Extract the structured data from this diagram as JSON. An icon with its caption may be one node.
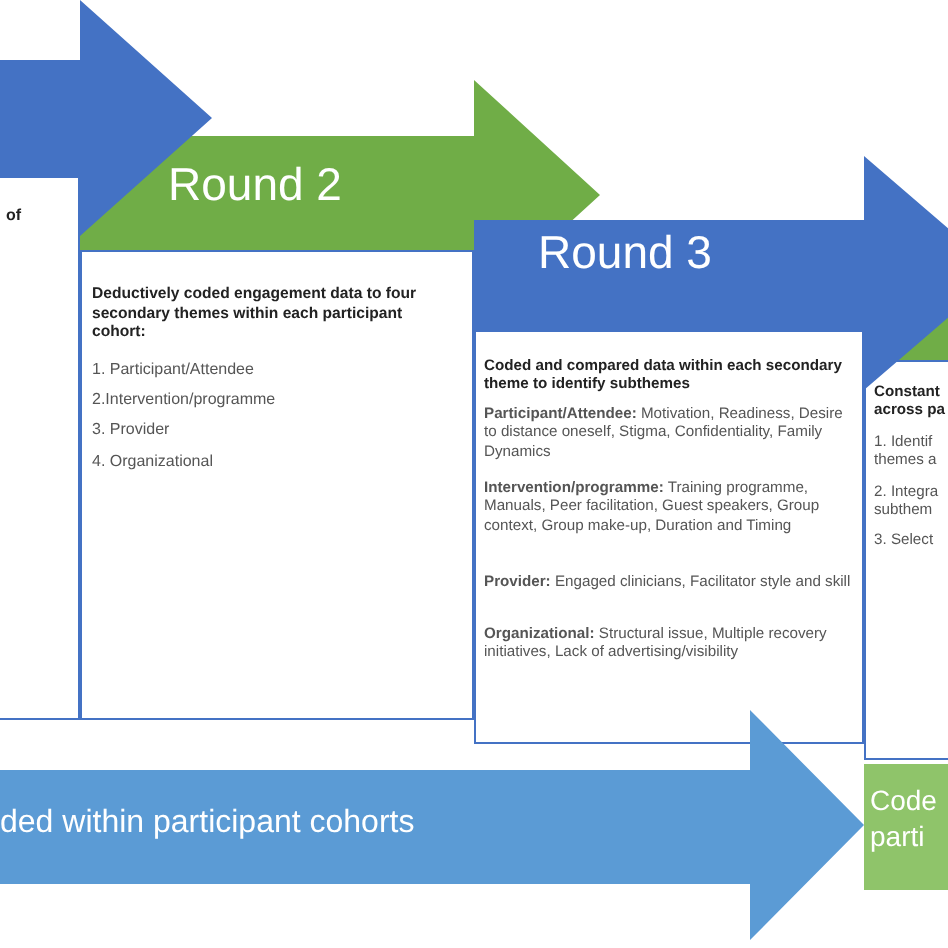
{
  "diagram": {
    "nodes": [
      {
        "text": [],
        "shape": "arrow"
      },
      {
        "text": [
          "of"
        ]
      },
      {
        "text": [
          "Round 2"
        ]
      },
      {
        "text": [
          "Deductively coded engagement data to four secondary themes within each participant cohort:",
          "1. Participant/Attendee",
          "2.Intervention/programme",
          "3. Provider",
          "4. Organizational"
        ]
      },
      {
        "text": [
          "Round 3"
        ]
      },
      {
        "text": [
          "Coded and compared data within each secondary theme to identify subthemes",
          "**Participant/Attendee:** Motivation, Readiness, Desire to distance oneself, Stigma, Confidentiality, Family Dynamics",
          "**Intervention/programme:** Training programme, Manuals, Peer facilitation, Guest speakers, Group context, Group make-up, Duration and Timing",
          "**Provider:** Engaged clinicians,  Facilitator style and skill",
          "**Organizational:** Structural issue, Multiple recovery initiatives, Lack of advertising/visibility"
        ]
      },
      {
        "text": [],
        "shape": "arrow"
      },
      {
        "text": [
          "Constant across pa",
          "1. Identif themes a",
          "2. Integra subthem",
          "3. Select"
        ]
      },
      {
        "text": [
          "ded within participant cohorts"
        ]
      },
      {
        "text": [
          "Code parti"
        ]
      }
    ]
  }
}
